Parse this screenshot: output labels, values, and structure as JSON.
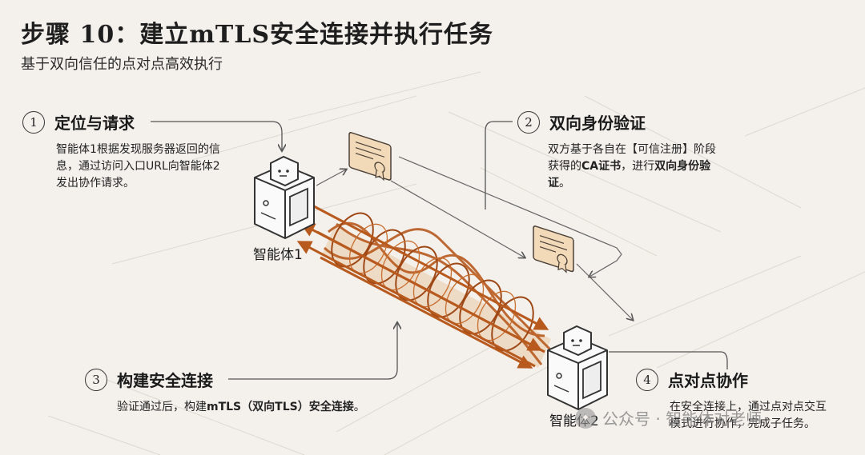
{
  "header": {
    "title": "步骤 10：建立mTLS安全连接并执行任务",
    "subtitle": "基于双向信任的点对点高效执行"
  },
  "steps": [
    {
      "number": "1",
      "title": "定位与请求",
      "lines": [
        "智能体1根据发现服务器返回的信",
        "息，通过访问入口URL向智能体2",
        "发出协作请求。"
      ]
    },
    {
      "number": "2",
      "title": "双向身份验证",
      "line1": "双方基于各自在【可信注册】阶段",
      "line2_pre": "获得的",
      "line2_b1": "CA证书",
      "line2_mid": "，进行",
      "line2_b2": "双向身份验",
      "line3_b": "证",
      "line3_post": "。"
    },
    {
      "number": "3",
      "title": "构建安全连接",
      "desc_pre": "验证通过后，构建",
      "desc_b": "mTLS（双向TLS）安全连接",
      "desc_post": "。"
    },
    {
      "number": "4",
      "title": "点对点协作",
      "lines": [
        "在安全连接上，通过点对点交互",
        "模式进行协作，完成子任务。"
      ]
    }
  ],
  "agents": {
    "agent1": "智能体1",
    "agent2": "智能体2"
  },
  "watermark": {
    "text": "公众号 · 智能体对老师",
    "icon": "wechat-icon"
  },
  "colors": {
    "background": "#f4f1ec",
    "accent": "#b85a1e",
    "certificate": "#f2d9b8",
    "ink": "#333333"
  }
}
